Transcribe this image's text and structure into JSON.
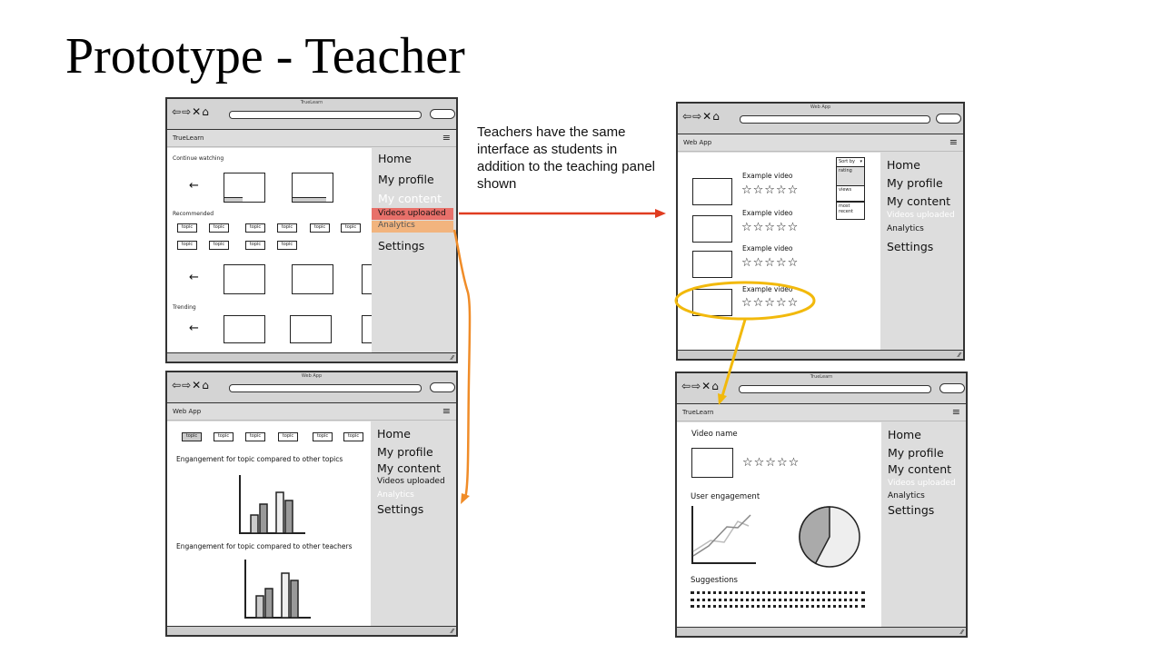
{
  "slide": {
    "title": "Prototype - Teacher",
    "caption": "Teachers have the same interface as students in addition to the teaching panel shown"
  },
  "colors": {
    "red_arrow": "#e03c20",
    "orange_arrow": "#f08c28",
    "yellow_arrow": "#f2b90c",
    "sidebar": "#dddddd"
  },
  "icons": [
    "back-arrow-icon",
    "forward-arrow-icon",
    "close-icon",
    "home-icon",
    "hamburger-icon",
    "star-icon",
    "resize-grip-icon"
  ],
  "w1": {
    "titlebar": "TrueLearn",
    "app": "TrueLearn",
    "continue_label": "Continue watching",
    "recommended_label": "Recommended",
    "trending_label": "Trending",
    "left_arrow": "←",
    "topics": [
      "topic",
      "topic",
      "topic",
      "topic",
      "topic",
      "topic",
      "topic",
      "topic",
      "topic",
      "topic"
    ],
    "menu": {
      "home": "Home",
      "profile": "My profile",
      "content": "My content",
      "videos": "Videos uploaded",
      "analytics": "Analytics",
      "settings": "Settings"
    }
  },
  "w2": {
    "titlebar": "Web App",
    "app": "Web App",
    "topics": [
      "topic",
      "topic",
      "topic",
      "topic",
      "topic",
      "topic"
    ],
    "chart1_label": "Engangement for topic compared to other topics",
    "chart2_label": "Engangement for topic compared to other teachers",
    "menu": {
      "home": "Home",
      "profile": "My profile",
      "content": "My content",
      "videos": "Videos uploaded",
      "analytics": "Analytics",
      "settings": "Settings"
    }
  },
  "w3": {
    "titlebar": "Web App",
    "app": "Web App",
    "video_label": "Example video",
    "stars": "☆☆☆☆☆",
    "sort_label": "Sort by",
    "sort_options": [
      "rating",
      "views",
      "most recent"
    ],
    "menu": {
      "home": "Home",
      "profile": "My profile",
      "content": "My content",
      "videos": "Videos uploaded",
      "analytics": "Analytics",
      "settings": "Settings"
    }
  },
  "w4": {
    "titlebar": "TrueLearn",
    "app": "TrueLearn",
    "video_name": "Video name",
    "stars": "☆☆☆☆☆",
    "engagement_label": "User engagement",
    "suggestions_label": "Suggestions",
    "menu": {
      "home": "Home",
      "profile": "My profile",
      "content": "My content",
      "videos": "Videos uploaded",
      "analytics": "Analytics",
      "settings": "Settings"
    }
  }
}
